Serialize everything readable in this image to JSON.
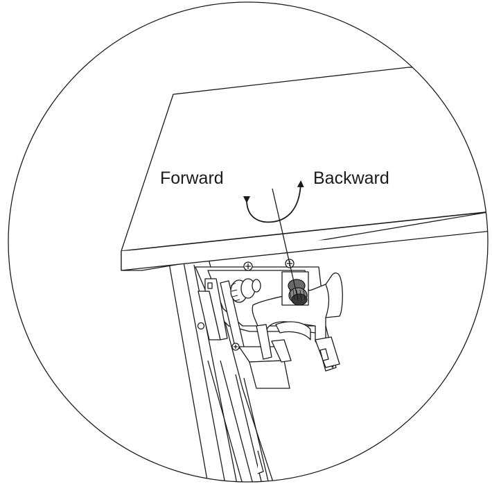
{
  "labels": {
    "forward": "Forward",
    "backward": "Backward"
  },
  "colors": {
    "stroke": "#1a1a1a",
    "background": "#ffffff",
    "knob_dark": "#3a3a3a",
    "knob_mid": "#8a8a8a"
  },
  "icons": {
    "rotation_arrow": "curved-double-arrow",
    "screws": "phillips-screw"
  }
}
